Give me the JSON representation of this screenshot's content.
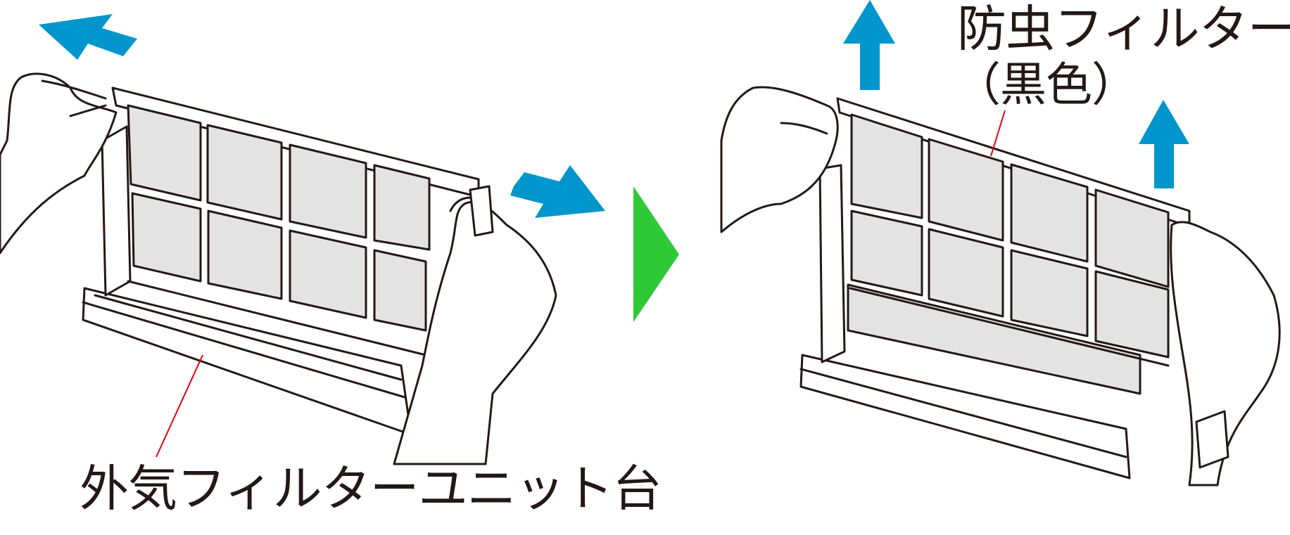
{
  "labels": {
    "outdoor_filter_unit_base": "外気フィルターユニット台",
    "insect_filter": "防虫フィルター",
    "insect_filter_color": "（黒色）"
  },
  "colors": {
    "arrow": "#0096cd",
    "next_step_arrow": "#2fc837",
    "leader_line": "#e60012",
    "outline": "#231815",
    "mesh": "#e3e3e3"
  },
  "icons": {
    "pull_direction": "blue-arrow-icon",
    "step_transition": "green-triangle-icon"
  }
}
